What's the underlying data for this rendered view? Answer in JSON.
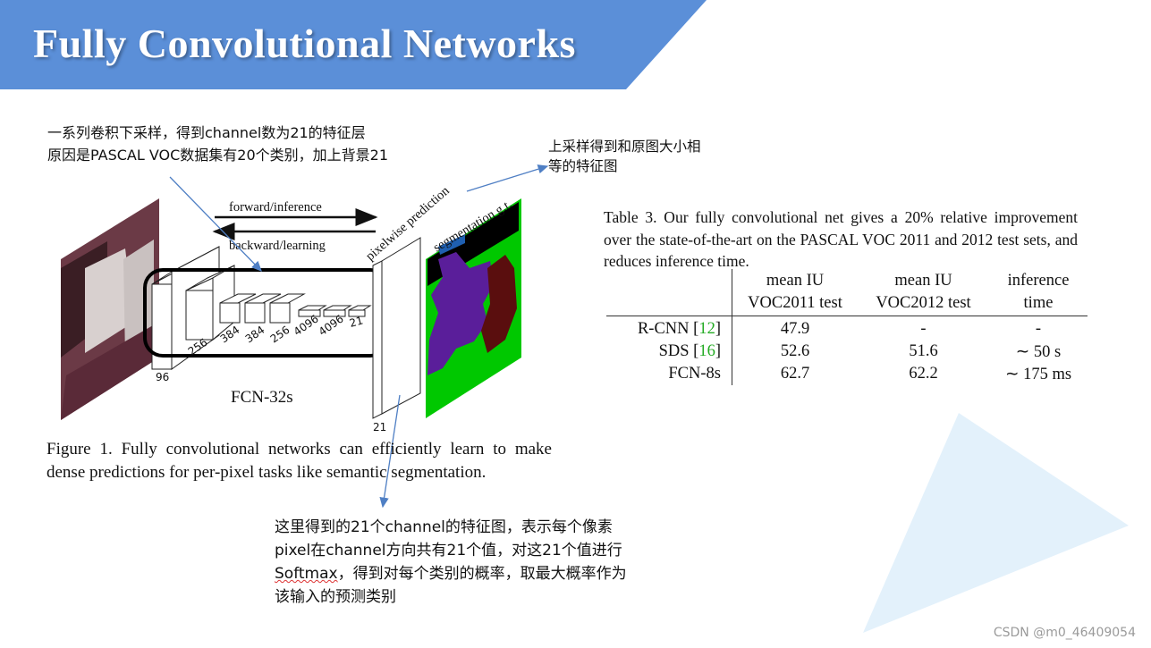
{
  "slide": {
    "title": "Fully Convolutional Networks",
    "colors": {
      "banner": "#5b8fd8",
      "accent_triangle": "#e3f1fb",
      "arrow": "#4f7fc4",
      "green": "#00cc00"
    }
  },
  "notes": {
    "downsample_line1": "一系列卷积下采样，得到channel数为21的特征层",
    "downsample_line2": "原因是PASCAL VOC数据集有20个类别，加上背景21",
    "upsample_line1": "上采样得到和原图大小相",
    "upsample_line2": "等的特征图",
    "softmax_line1": "这里得到的21个channel的特征图，表示每个像素",
    "softmax_line2": "pixel在channel方向共有21个值，对这21个值进行",
    "softmax_word": "Softmax",
    "softmax_line3_rest": "，得到对每个类别的概率，取最大概率作为",
    "softmax_line4": "该输入的预测类别"
  },
  "figure": {
    "forward_label": "forward/inference",
    "backward_label": "backward/learning",
    "pixelwise_label": "pixelwise prediction",
    "segmentation_label": "segmentation g.t.",
    "model_label": "FCN-32s",
    "first_channels": "96",
    "channel_labels": [
      "256",
      "384",
      "384",
      "256",
      "4096",
      "4096",
      "21"
    ],
    "output_channels": "21",
    "caption": "Figure 1.   Fully convolutional networks can efficiently learn to make dense predictions for per-pixel tasks like semantic segmentation."
  },
  "table": {
    "caption": "Table 3.  Our fully convolutional net gives a 20% relative improvement over the state-of-the-art on the PASCAL VOC 2011 and 2012 test sets, and reduces inference time.",
    "headers_line1": [
      "",
      "mean IU",
      "mean IU",
      "inference"
    ],
    "headers_line2": [
      "",
      "VOC2011 test",
      "VOC2012 test",
      "time"
    ],
    "rows": [
      {
        "method": "R-CNN",
        "cite": "12",
        "voc2011": "47.9",
        "voc2012": "-",
        "time": "-"
      },
      {
        "method": "SDS",
        "cite": "16",
        "voc2011": "52.6",
        "voc2012": "51.6",
        "time": "∼ 50 s"
      },
      {
        "method": "FCN-8s",
        "cite": "",
        "voc2011": "62.7",
        "voc2012": "62.2",
        "time": "∼ 175 ms"
      }
    ]
  },
  "watermark": "CSDN @m0_46409054"
}
